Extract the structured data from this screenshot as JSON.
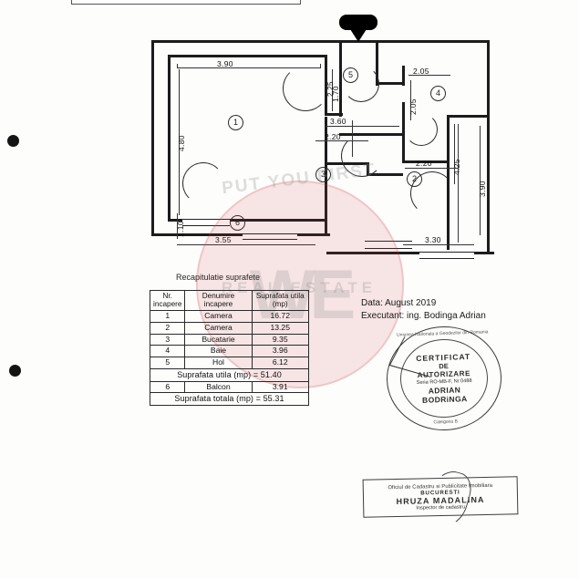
{
  "document": {
    "type": "cadastral-floor-plan",
    "table_title": "Recapitulatie suprafete"
  },
  "table": {
    "headers": [
      "Nr. incapere",
      "Denumire incapere",
      "Suprafata utila (mp)"
    ],
    "header_lines": {
      "h1_a": "Nr.",
      "h1_b": "incapere",
      "h2_a": "Denumire",
      "h2_b": "incapere",
      "h3_a": "Suprafata utila",
      "h3_b": "(mp)"
    },
    "rows": [
      {
        "nr": "1",
        "name": "Camera",
        "area": "16.72"
      },
      {
        "nr": "2",
        "name": "Camera",
        "area": "13.25"
      },
      {
        "nr": "3",
        "name": "Bucatarie",
        "area": "9.35"
      },
      {
        "nr": "4",
        "name": "Baie",
        "area": "3.96"
      },
      {
        "nr": "5",
        "name": "Hol",
        "area": "6.12"
      }
    ],
    "subtotal_label": "Suprafata utila (mp) = 51.40",
    "balcony": {
      "nr": "6",
      "name": "Balcon",
      "area": "3.91"
    },
    "total_label": "Suprafata totala (mp) = 55.31"
  },
  "meta": {
    "date": "Data: August 2019",
    "executant": "Executant: ing. Bodinga  Adrian"
  },
  "round_stamp": {
    "line1": "CERTIFICAT",
    "line2": "DE",
    "line3": "AUTORIZARE",
    "serial": "Seria RO-MB-F, Nr 0488",
    "name_first": "ADRIAN",
    "name_last": "BODRiNGA",
    "arc_top": "Uniunea Nationala a Geodezilor din Romania",
    "arc_bottom": "Categoria B"
  },
  "rect_stamp": {
    "line1": "Oficiul de Cadastru si Publicitate Imobiliara",
    "line2": "BUCURESTI",
    "name": "HRUZA MADALINA",
    "role": "Inspector de cadastru"
  },
  "watermark": {
    "line_top": "PUT YOU FIRST",
    "line_mid": "WE",
    "line_bottom": "REAL ESTATE"
  },
  "plan": {
    "rooms": [
      {
        "id": "1",
        "label": "1"
      },
      {
        "id": "2",
        "label": "2"
      },
      {
        "id": "3",
        "label": "3"
      },
      {
        "id": "4",
        "label": "4"
      },
      {
        "id": "5",
        "label": "5"
      },
      {
        "id": "6",
        "label": "6"
      }
    ],
    "dimensions": {
      "r1_top": "3.90",
      "r1_left": "4.80",
      "hall_v": "1.70",
      "hall_h": "3.60",
      "bath_top": "2.05",
      "bath_left": "2.05",
      "bath_bottom": "2.20",
      "kitchen_bottom": "2.20",
      "kitchen_v": "2.25",
      "r2_left": "4.25",
      "r2_right": "3.90",
      "r2_bottom": "3.30",
      "balcony_bottom": "3.55",
      "balcony_left": "1.10"
    }
  }
}
